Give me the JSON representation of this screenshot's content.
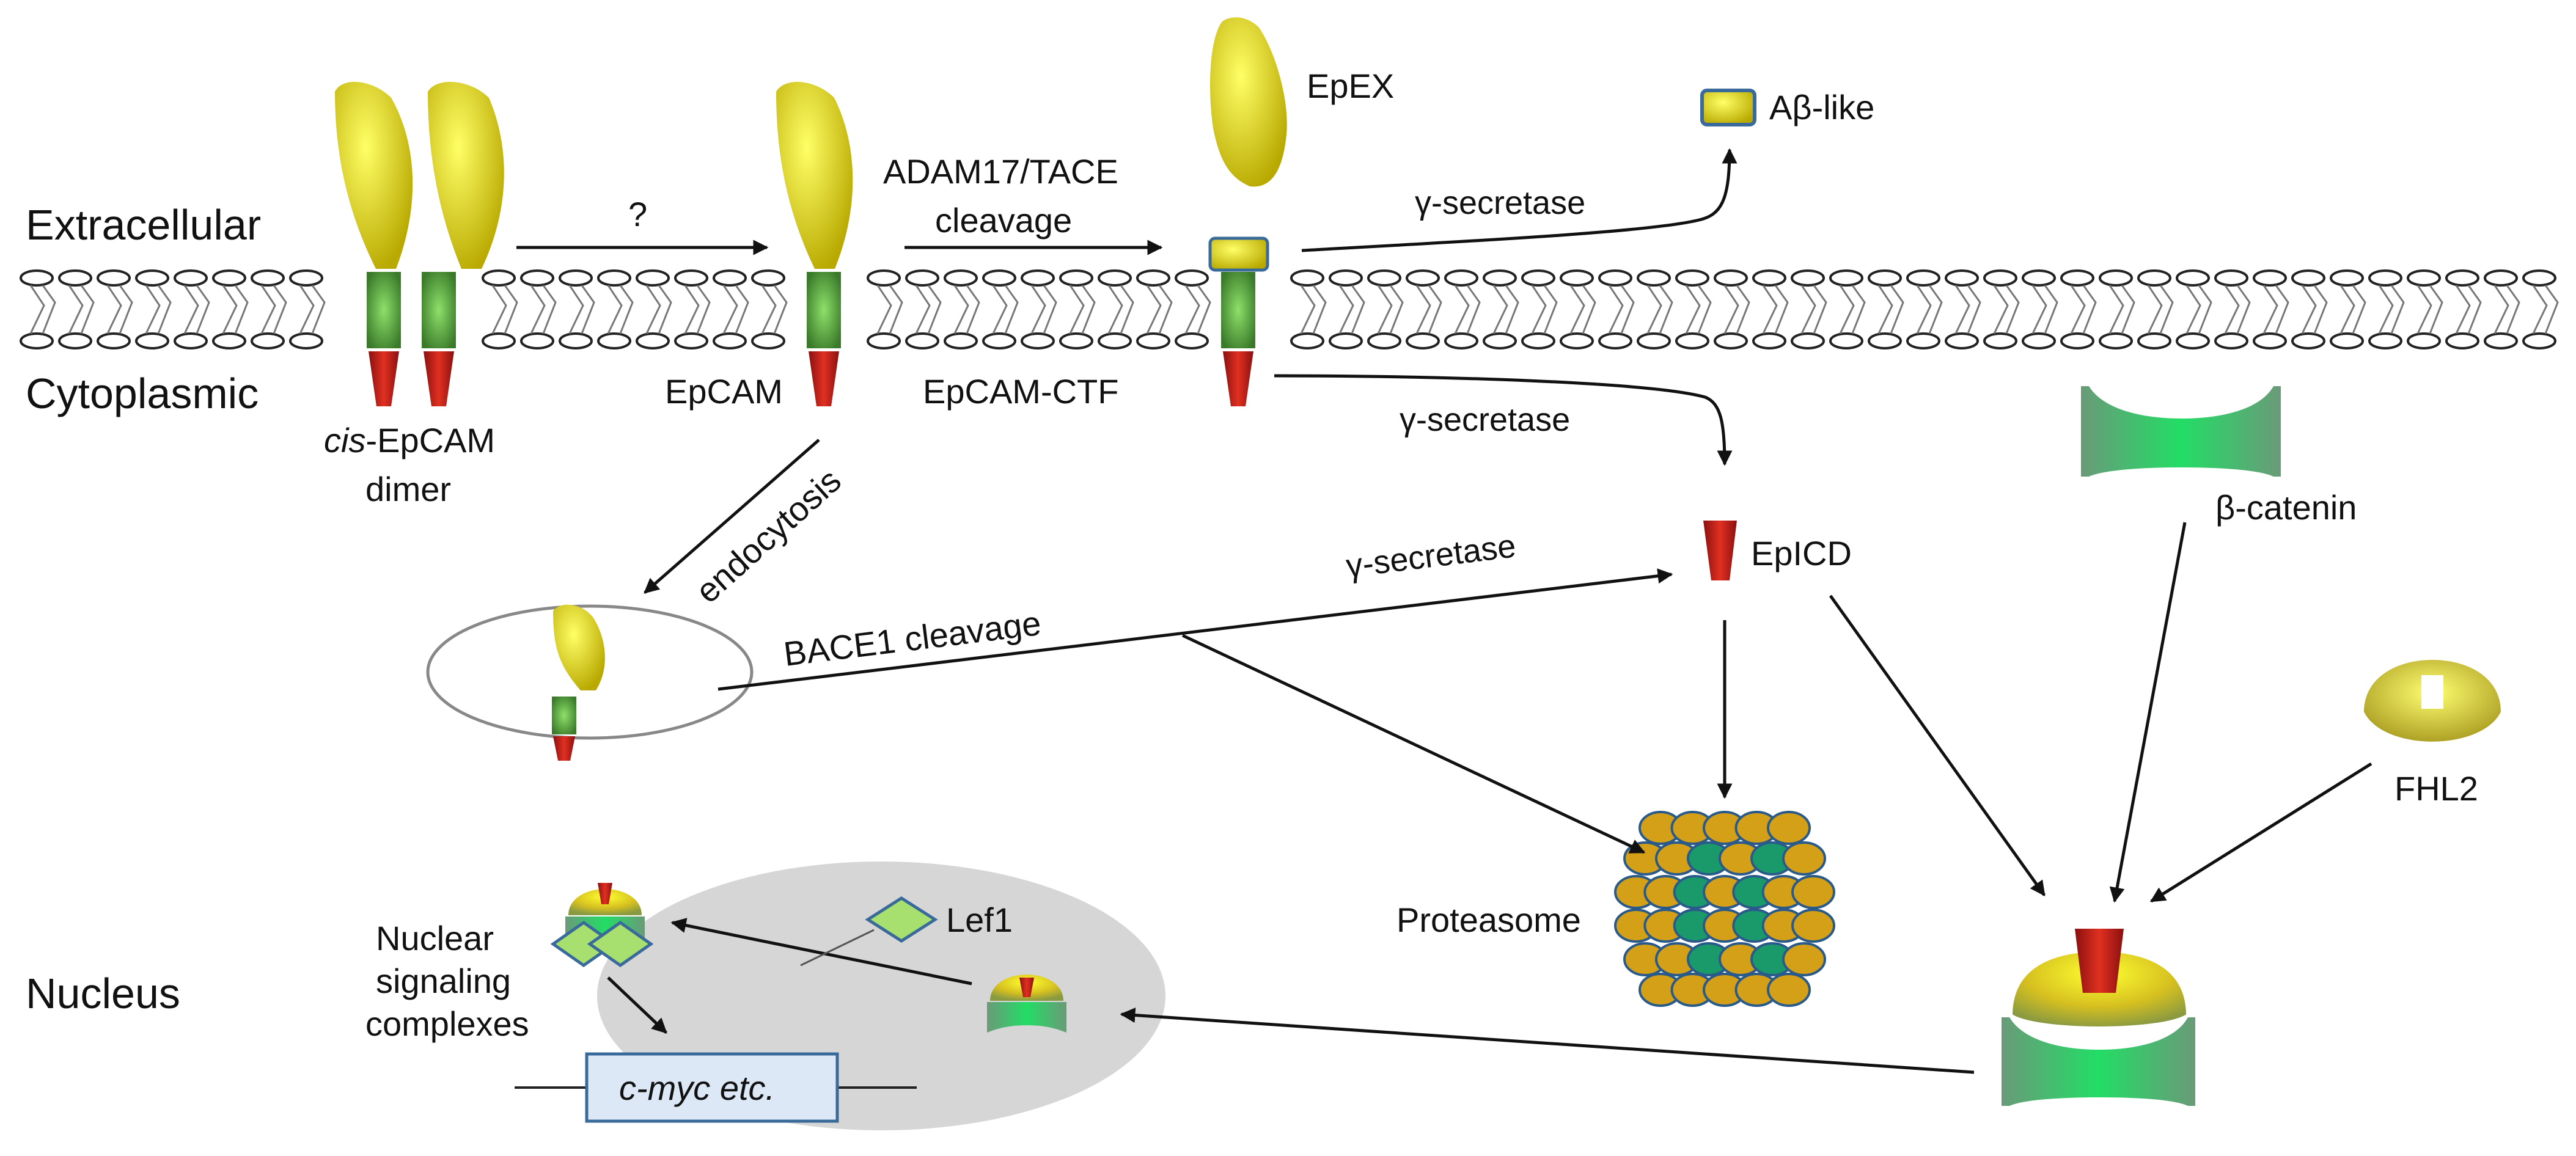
{
  "regions": {
    "extracellular": "Extracellular",
    "cytoplasmic": "Cytoplasmic",
    "nucleus": "Nucleus"
  },
  "molecules": {
    "cis_dimer_prefix": "cis",
    "cis_dimer_line1_rest": "-EpCAM",
    "cis_dimer_line2": "dimer",
    "epcam": "EpCAM",
    "epcam_ctf": "EpCAM-CTF",
    "epex": "EpEX",
    "abeta_like": "Aβ-like",
    "epicd": "EpICD",
    "beta_catenin": "β-catenin",
    "fhl2": "FHL2",
    "lef1": "Lef1",
    "proteasome": "Proteasome"
  },
  "processes": {
    "question": "?",
    "adam17_line1": "ADAM17/TACE",
    "adam17_line2": "cleavage",
    "gamma_secretase": "γ-secretase",
    "endocytosis": "endocytosis",
    "bace1": "BACE1 cleavage"
  },
  "nucleus": {
    "complexes_line1": "Nuclear",
    "complexes_line2": "signaling",
    "complexes_line3": "complexes",
    "target_genes_italic": "c-myc",
    "target_genes_rest": " etc."
  },
  "colors": {
    "epcam_ectodomain": "#e8e000",
    "transmembrane": "#4a9a3a",
    "intracellular": "#c8201a",
    "beta_catenin": "#3bbf6e",
    "fhl2": "#d8c800",
    "nucleus_fill": "#d6d6d6",
    "proteasome_outer": "#d4a017",
    "proteasome_inner": "#1a9a6a",
    "gene_box": "#dce8f5"
  }
}
